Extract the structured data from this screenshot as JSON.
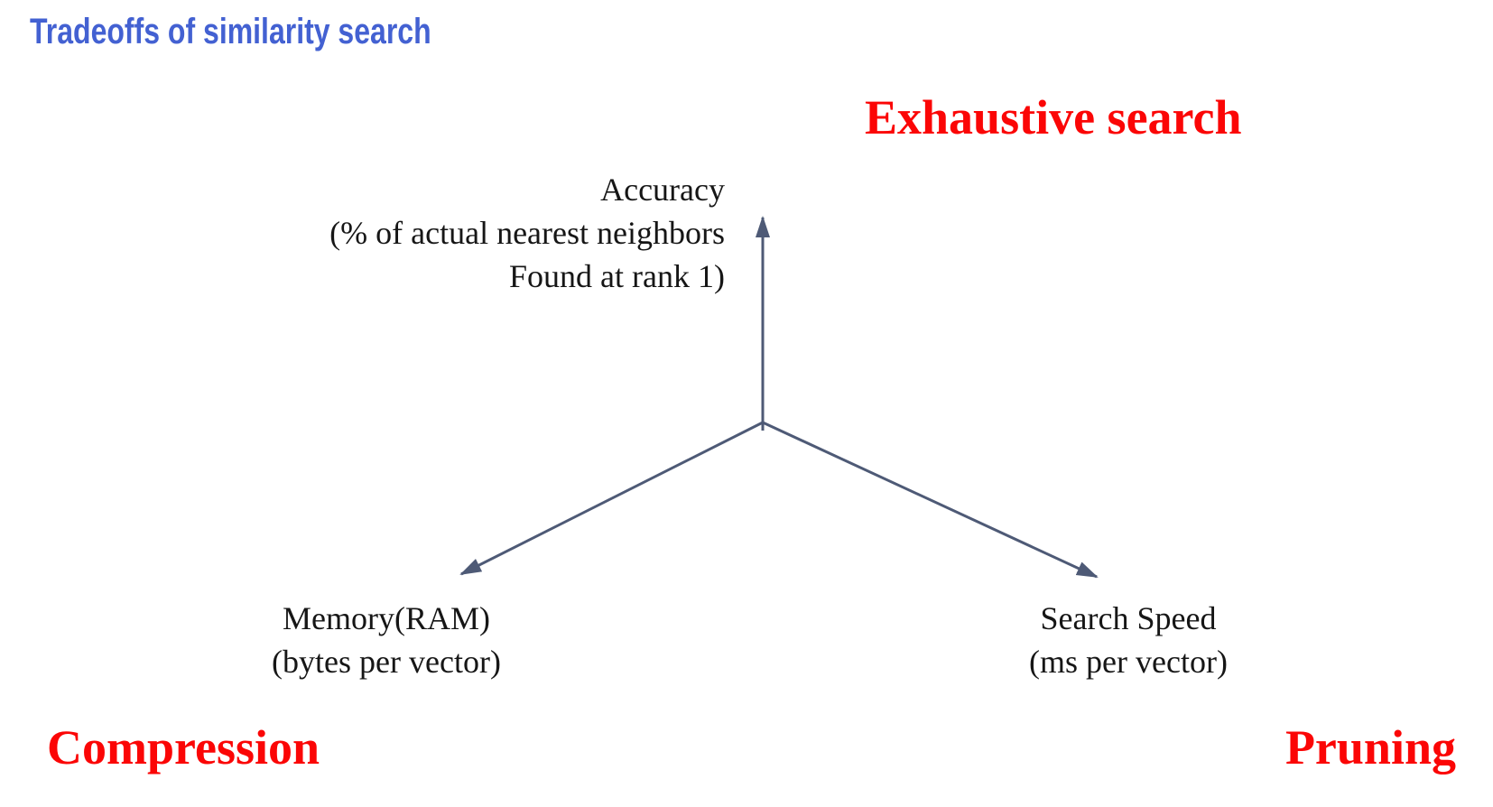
{
  "slide": {
    "title": "Tradeoffs of similarity search"
  },
  "emphasis_labels": {
    "top_right": "Exhaustive search",
    "bottom_left": "Compression",
    "bottom_right": "Pruning"
  },
  "axes": {
    "accuracy": {
      "line1": "Accuracy",
      "line2": "(% of actual nearest neighbors",
      "line3": "Found at rank 1)",
      "arrow_direction": "up"
    },
    "memory": {
      "line1": "Memory(RAM)",
      "line2": "(bytes per vector)",
      "arrow_direction": "down-left"
    },
    "search_speed": {
      "line1": "Search Speed",
      "line2": "(ms per vector)",
      "arrow_direction": "down-right"
    }
  },
  "colors": {
    "title_blue": "#4361d2",
    "emphasis_red": "#fb0606",
    "axis_stroke": "#4e5a76",
    "label_text": "#161616",
    "background": "#ffffff"
  }
}
